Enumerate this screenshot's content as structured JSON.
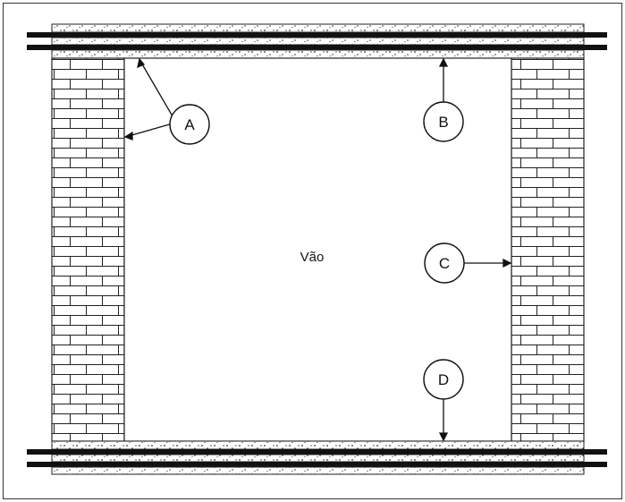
{
  "diagram": {
    "center_label": "Vão",
    "callouts": [
      {
        "id": "A",
        "label": "A"
      },
      {
        "id": "B",
        "label": "B"
      },
      {
        "id": "C",
        "label": "C"
      },
      {
        "id": "D",
        "label": "D"
      }
    ]
  },
  "colors": {
    "line": "#111111",
    "beam": "#111111",
    "fill": "#ffffff"
  }
}
